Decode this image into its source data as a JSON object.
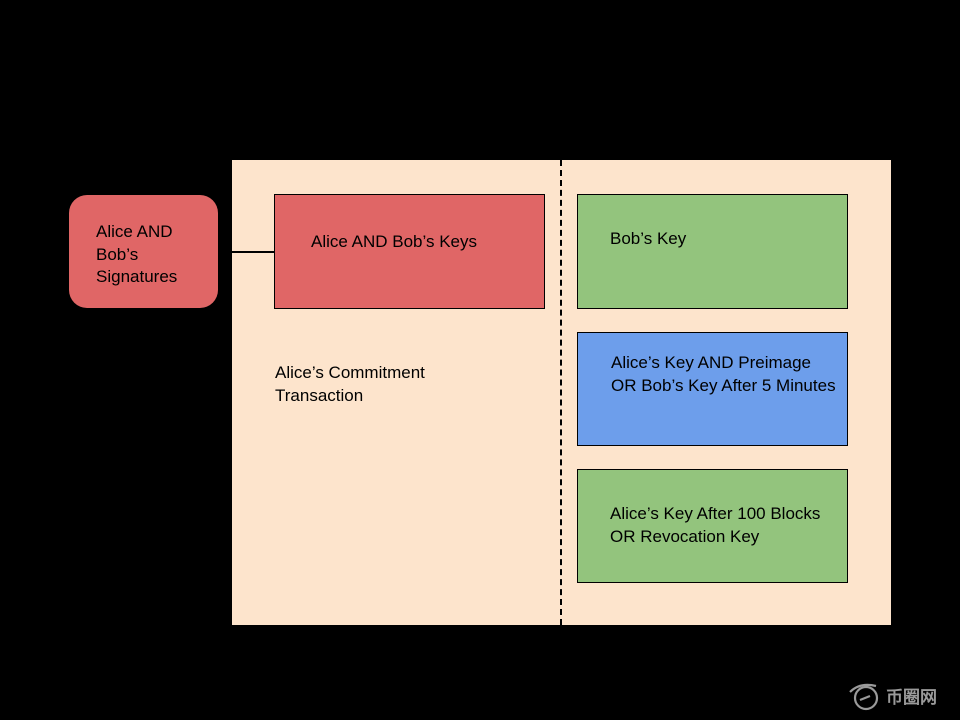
{
  "input": {
    "label": "Alice AND Bob’s Signatures",
    "color": "#e06666"
  },
  "transaction": {
    "label": "Alice’s Commitment Transaction",
    "background": "#fde4cc"
  },
  "outputs": [
    {
      "label": "Alice AND Bob’s Keys",
      "color": "#e06666"
    },
    {
      "label": "Bob’s Key",
      "color": "#93c47d"
    },
    {
      "label": "Alice’s Key AND Preimage OR Bob’s Key After 5 Minutes",
      "color": "#6d9eeb"
    },
    {
      "label": "Alice’s Key After 100 Blocks OR Revocation Key",
      "color": "#93c47d"
    }
  ],
  "watermark": {
    "icon": "bird-logo-icon",
    "text": "币圈网"
  }
}
